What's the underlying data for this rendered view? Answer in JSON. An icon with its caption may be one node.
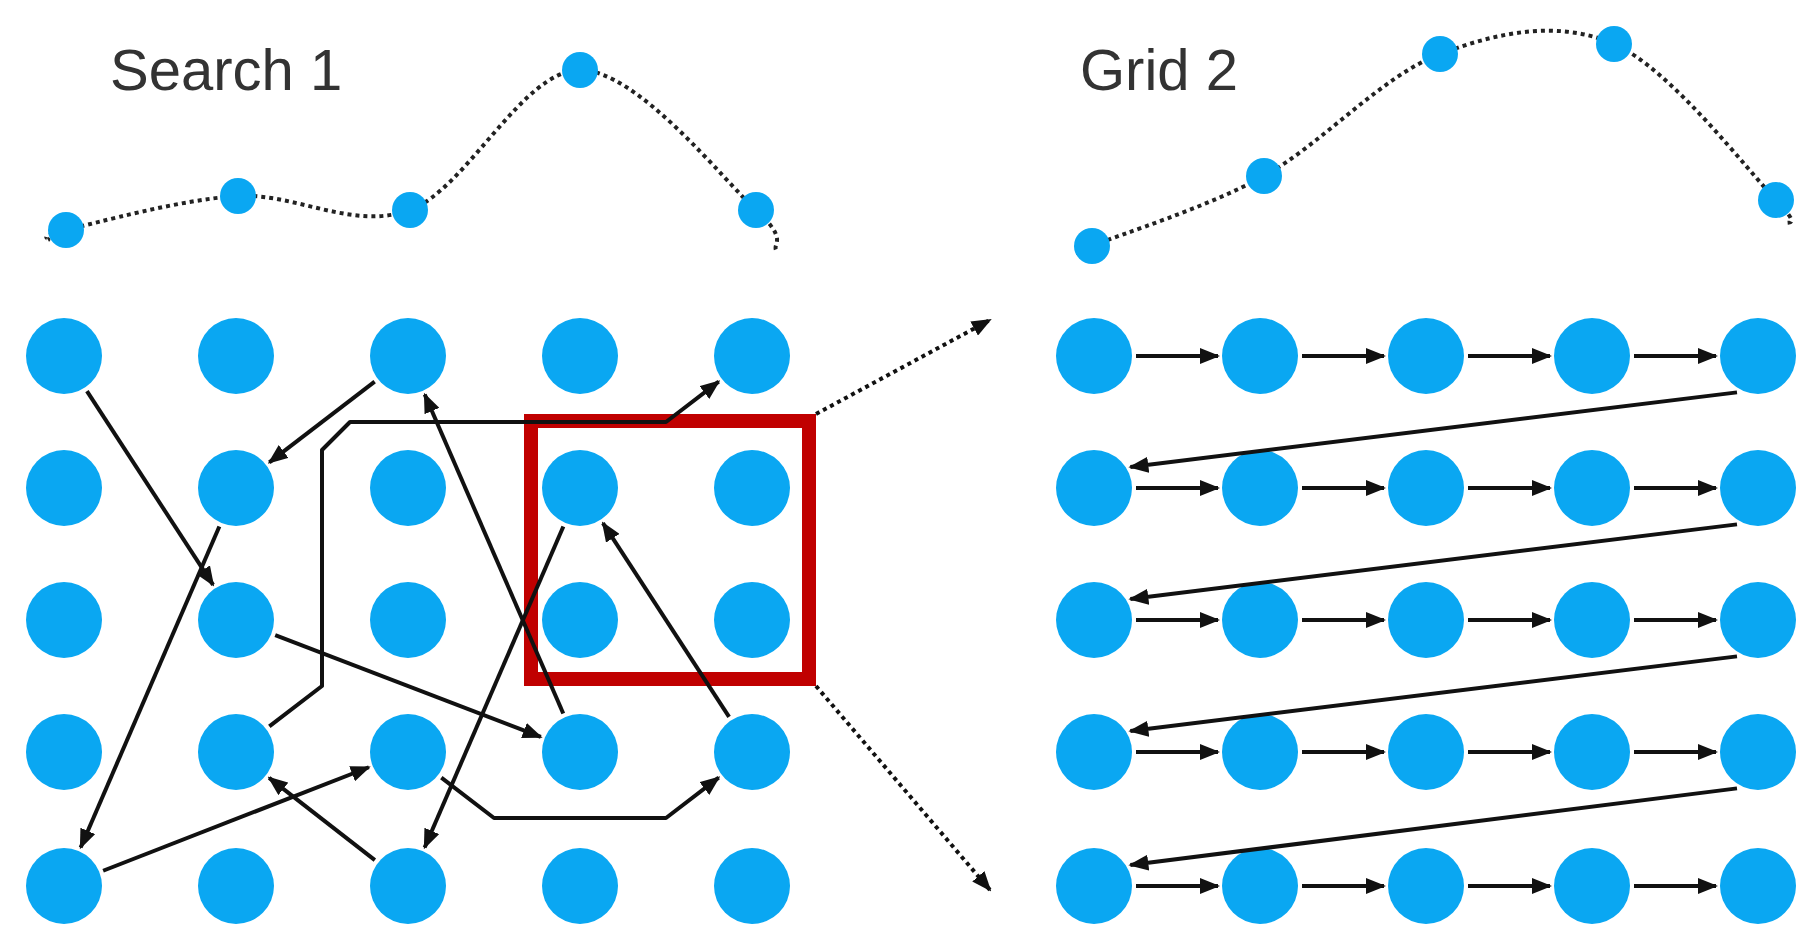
{
  "diagram": {
    "nodes": [
      {
        "text": [],
        "shape": "box"
      },
      {
        "text": [],
        "shape": "circle"
      },
      {
        "text": [],
        "shape": "circle"
      },
      {
        "text": [],
        "shape": "circle"
      },
      {
        "text": [],
        "shape": "circle"
      },
      {
        "text": [],
        "shape": "circle"
      },
      {
        "text": [],
        "shape": "circle"
      },
      {
        "text": [],
        "shape": "circle"
      },
      {
        "text": [],
        "shape": "circle"
      },
      {
        "text": [],
        "shape": "circle",
        "in": 0
      },
      {
        "text": [],
        "shape": "circle",
        "in": 0
      },
      {
        "text": [],
        "shape": "circle"
      },
      {
        "text": [],
        "shape": "circle"
      },
      {
        "text": [],
        "shape": "circle"
      },
      {
        "text": [],
        "shape": "circle",
        "in": 0
      },
      {
        "text": [],
        "shape": "circle",
        "in": 0
      },
      {
        "text": [],
        "shape": "circle"
      },
      {
        "text": [],
        "shape": "circle"
      },
      {
        "text": [],
        "shape": "circle"
      },
      {
        "text": [],
        "shape": "circle"
      },
      {
        "text": [],
        "shape": "circle"
      },
      {
        "text": [],
        "shape": "circle"
      },
      {
        "text": [],
        "shape": "circle"
      },
      {
        "text": [],
        "shape": "circle"
      },
      {
        "text": [],
        "shape": "circle"
      },
      {
        "text": [],
        "shape": "circle"
      },
      {
        "text": [],
        "shape": "circle"
      },
      {
        "text": [],
        "shape": "circle"
      },
      {
        "text": [],
        "shape": "circle"
      },
      {
        "text": [],
        "shape": "circle"
      },
      {
        "text": [],
        "shape": "circle"
      },
      {
        "text": [],
        "shape": "circle"
      },
      {
        "text": [],
        "shape": "circle"
      },
      {
        "text": [],
        "shape": "circle"
      },
      {
        "text": [],
        "shape": "circle"
      },
      {
        "text": [],
        "shape": "circle"
      },
      {
        "text": [],
        "shape": "circle"
      },
      {
        "text": [],
        "shape": "circle"
      },
      {
        "text": [],
        "shape": "circle"
      },
      {
        "text": [],
        "shape": "circle"
      },
      {
        "text": [],
        "shape": "circle"
      },
      {
        "text": [],
        "shape": "circle"
      },
      {
        "text": [],
        "shape": "circle"
      },
      {
        "text": [],
        "shape": "circle"
      },
      {
        "text": [],
        "shape": "circle"
      },
      {
        "text": [],
        "shape": "circle"
      },
      {
        "text": [],
        "shape": "circle"
      },
      {
        "text": [],
        "shape": "circle"
      },
      {
        "text": [],
        "shape": "circle"
      },
      {
        "text": [],
        "shape": "circle"
      },
      {
        "text": [],
        "shape": "circle"
      }
    ],
    "edges": [
      {
        "from": 1,
        "to": 12,
        "arrow": "to"
      },
      {
        "from": 12,
        "to": 19,
        "arrow": "to"
      },
      {
        "from": 19,
        "to": 3,
        "arrow": "to"
      },
      {
        "from": 3,
        "to": 7,
        "arrow": "to"
      },
      {
        "from": 7,
        "to": 21,
        "arrow": "to"
      },
      {
        "from": 21,
        "to": 18,
        "arrow": "to"
      },
      {
        "from": 18,
        "to": 20,
        "arrow": "to"
      },
      {
        "from": 20,
        "to": 9,
        "arrow": "to"
      },
      {
        "from": 9,
        "to": 23,
        "arrow": "to"
      },
      {
        "from": 23,
        "to": 17,
        "arrow": "to"
      },
      {
        "from": 17,
        "to": 5,
        "arrow": "to"
      },
      {
        "from": 0,
        "to": null,
        "arrow": "to",
        "style": "dashed"
      },
      {
        "from": 0,
        "to": null,
        "arrow": "to",
        "style": "dashed"
      },
      {
        "from": 26,
        "to": 27,
        "arrow": "to"
      },
      {
        "from": 27,
        "to": 28,
        "arrow": "to"
      },
      {
        "from": 28,
        "to": 29,
        "arrow": "to"
      },
      {
        "from": 29,
        "to": 30,
        "arrow": "to"
      },
      {
        "from": 30,
        "to": 31,
        "arrow": "to"
      },
      {
        "from": 31,
        "to": 32,
        "arrow": "to"
      },
      {
        "from": 32,
        "to": 33,
        "arrow": "to"
      },
      {
        "from": 33,
        "to": 34,
        "arrow": "to"
      },
      {
        "from": 34,
        "to": 35,
        "arrow": "to"
      },
      {
        "from": 35,
        "to": 36,
        "arrow": "to"
      },
      {
        "from": 36,
        "to": 37,
        "arrow": "to"
      },
      {
        "from": 37,
        "to": 38,
        "arrow": "to"
      },
      {
        "from": 38,
        "to": 39,
        "arrow": "to"
      },
      {
        "from": 39,
        "to": 40,
        "arrow": "to"
      },
      {
        "from": 40,
        "to": 41,
        "arrow": "to"
      },
      {
        "from": 41,
        "to": 42,
        "arrow": "to"
      },
      {
        "from": 42,
        "to": 43,
        "arrow": "to"
      },
      {
        "from": 43,
        "to": 44,
        "arrow": "to"
      },
      {
        "from": 44,
        "to": 45,
        "arrow": "to"
      },
      {
        "from": 45,
        "to": 46,
        "arrow": "to"
      },
      {
        "from": 46,
        "to": 47,
        "arrow": "to"
      },
      {
        "from": 47,
        "to": 48,
        "arrow": "to"
      },
      {
        "from": 48,
        "to": 49,
        "arrow": "to"
      },
      {
        "from": 49,
        "to": 50,
        "arrow": "to"
      }
    ],
    "labels": [
      "Search 1",
      "Grid 2"
    ]
  }
}
